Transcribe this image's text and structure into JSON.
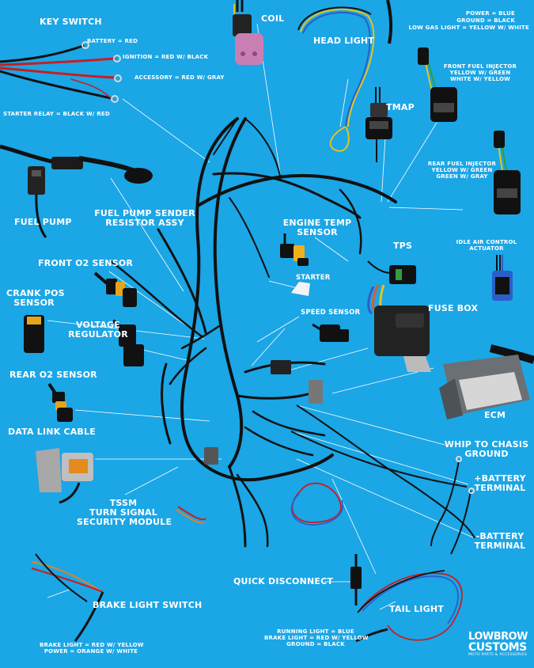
{
  "labels": {
    "key_switch": "KEY SWITCH",
    "battery": "BATTERY = RED",
    "ignition": "IGNITION = RED W/ BLACK",
    "accessory": "ACCESSORY = RED W/ GRAY",
    "starter_relay": "STARTER RELAY = BLACK W/ RED",
    "coil": "COIL",
    "head_light": "HEAD LIGHT",
    "hl_power": "POWER = BLUE",
    "hl_ground": "GROUND = BLACK",
    "hl_low_gas": "LOW GAS LIGHT = YELLOW W/ WHITE",
    "front_injector_1": "FRONT FUEL INJECTOR",
    "front_injector_2": "YELLOW W/ GREEN",
    "front_injector_3": "WHITE W/ YELLOW",
    "tmap": "TMAP",
    "rear_injector_1": "REAR FUEL INJECTOR",
    "rear_injector_2": "YELLOW W/ GREEN",
    "rear_injector_3": "GREEN W/ GRAY",
    "fuel_pump": "FUEL PUMP",
    "sender_1": "FUEL PUMP SENDER",
    "sender_2": "RESISTOR ASSY",
    "engine_temp_1": "ENGINE TEMP",
    "engine_temp_2": "SENSOR",
    "tps": "TPS",
    "idle_air_1": "IDLE AIR CONTROL",
    "idle_air_2": "ACTUATOR",
    "front_o2": "FRONT O2 SENSOR",
    "starter": "STARTER",
    "crank_1": "CRANK POS",
    "crank_2": "SENSOR",
    "fuse_box": "FUSE BOX",
    "speed_sensor": "SPEED SENSOR",
    "voltage_1": "VOLTAGE",
    "voltage_2": "REGULATOR",
    "rear_o2": "REAR O2 SENSOR",
    "ecm": "ECM",
    "data_link": "DATA LINK CABLE",
    "whip_1": "WHIP TO CHASIS",
    "whip_2": "GROUND",
    "batt_pos_1": "+BATTERY",
    "batt_pos_2": "TERMINAL",
    "tssm_1": "TSSM",
    "tssm_2": "TURN SIGNAL",
    "tssm_3": "SECURITY MODULE",
    "batt_neg_1": "-BATTERY",
    "batt_neg_2": "TERMINAL",
    "quick_disconnect": "QUICK DISCONNECT",
    "brake_switch": "BRAKE LIGHT SWITCH",
    "tail_light": "TAIL LIGHT",
    "bl_brake": "BRAKE LIGHT = RED W/ YELLOW",
    "bl_power": "POWER = ORANGE W/ WHITE",
    "tl_running": "RUNNING LIGHT = BLUE",
    "tl_brake": "BRAKE LIGHT = RED W/ YELLOW",
    "tl_ground": "GROUND = BLACK"
  },
  "logo": {
    "line1": "LOWBROW",
    "line2": "CUSTOMS",
    "tagline": "MOTO PARTS & ACCESSORIES"
  },
  "colors": {
    "background": "#1ba6e6",
    "harness": "#101010",
    "text": "#ffffff",
    "leader": "#ffffff"
  }
}
